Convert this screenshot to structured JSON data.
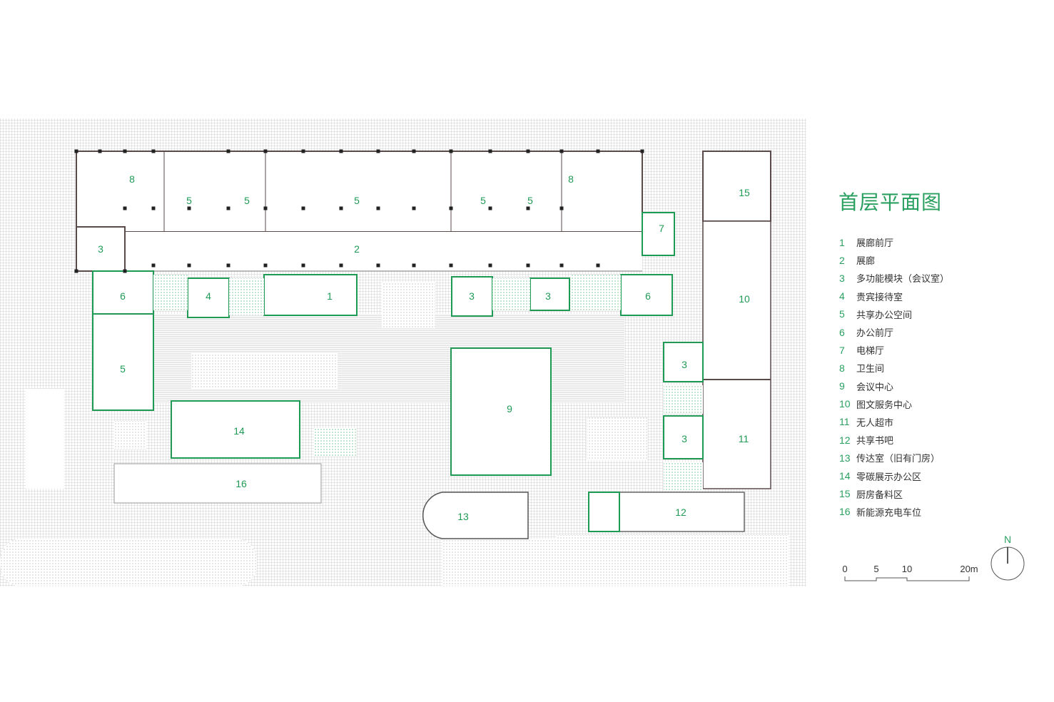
{
  "title": "首层平面图",
  "legend": [
    {
      "num": "1",
      "label": "展廊前厅"
    },
    {
      "num": "2",
      "label": "展廊"
    },
    {
      "num": "3",
      "label": "多功能模块（会议室）"
    },
    {
      "num": "4",
      "label": "贵宾接待室"
    },
    {
      "num": "5",
      "label": "共享办公空间"
    },
    {
      "num": "6",
      "label": "办公前厅"
    },
    {
      "num": "7",
      "label": "电梯厅"
    },
    {
      "num": "8",
      "label": "卫生间"
    },
    {
      "num": "9",
      "label": "会议中心"
    },
    {
      "num": "10",
      "label": "图文服务中心"
    },
    {
      "num": "11",
      "label": "无人超市"
    },
    {
      "num": "12",
      "label": "共享书吧"
    },
    {
      "num": "13",
      "label": "传达室（旧有门房）"
    },
    {
      "num": "14",
      "label": "零碳展示办公区"
    },
    {
      "num": "15",
      "label": "厨房备料区"
    },
    {
      "num": "16",
      "label": "新能源充电车位"
    }
  ],
  "room_labels": [
    "8",
    "5",
    "5",
    "5",
    "5",
    "5",
    "8",
    "15",
    "7",
    "3",
    "2",
    "6",
    "4",
    "1",
    "3",
    "3",
    "6",
    "10",
    "3",
    "5",
    "9",
    "3",
    "11",
    "14",
    "16",
    "13",
    "12"
  ],
  "scale_bar": {
    "ticks": [
      "0",
      "5",
      "10",
      "20m"
    ]
  },
  "north_label": "N",
  "colors": {
    "accent": "#1f9a55",
    "wall": "#5a4a4a",
    "hatch": "#c8c8c8"
  }
}
